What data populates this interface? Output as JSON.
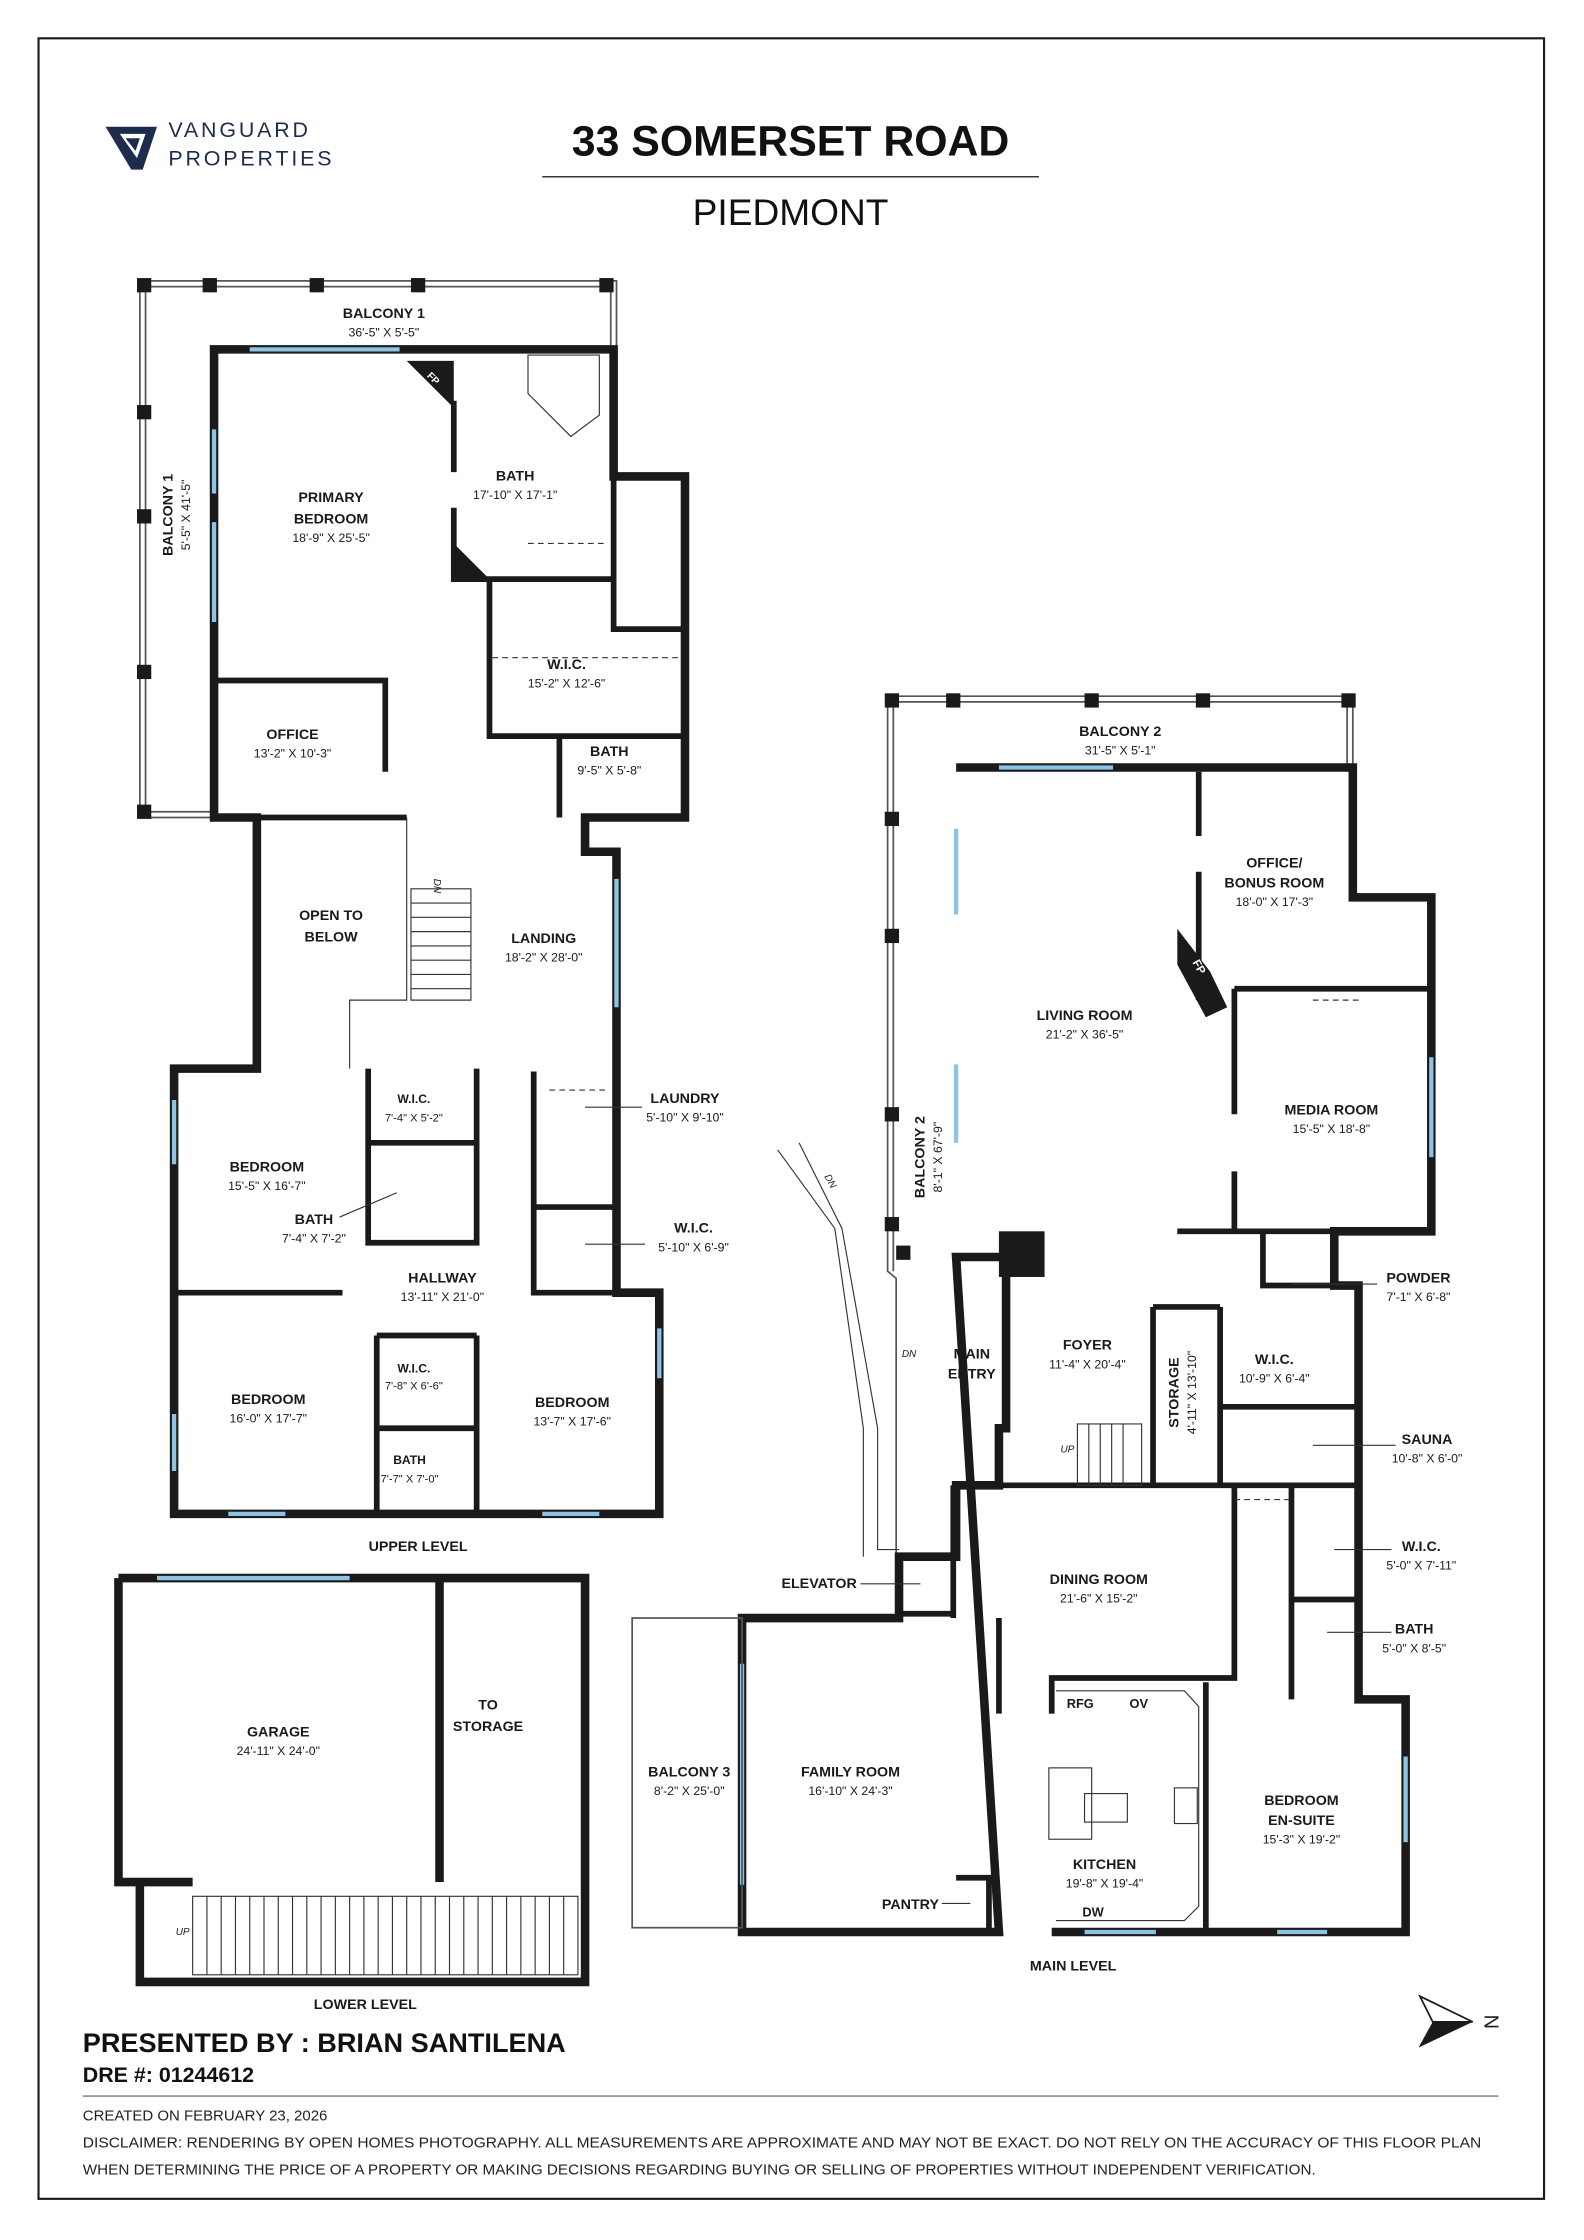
{
  "header": {
    "brand_line1": "VANGUARD",
    "brand_line2": "PROPERTIES",
    "brand_color": "#1d2b4d",
    "title": "33 SOMERSET ROAD",
    "subtitle": "PIEDMONT"
  },
  "upper_level": {
    "label": "UPPER LEVEL",
    "rooms": [
      {
        "name": [
          "BALCONY 1"
        ],
        "dims": "36'-5\" X 5'-5\""
      },
      {
        "name": [
          "BALCONY 1"
        ],
        "dims": "5'-5\" X 41'-5\""
      },
      {
        "name": [
          "PRIMARY",
          "BEDROOM"
        ],
        "dims": "18'-9\" X 25'-5\""
      },
      {
        "name": [
          "BATH"
        ],
        "dims": "17'-10\" X 17'-1\""
      },
      {
        "name": [
          "W.I.C."
        ],
        "dims": "15'-2\" X 12'-6\""
      },
      {
        "name": [
          "OFFICE"
        ],
        "dims": "13'-2\" X 10'-3\""
      },
      {
        "name": [
          "BATH"
        ],
        "dims": "9'-5\" X 5'-8\""
      },
      {
        "name": [
          "OPEN TO",
          "BELOW"
        ]
      },
      {
        "name": [
          "LANDING"
        ],
        "dims": "18'-2\" X 28'-0\""
      },
      {
        "name": [
          "W.I.C."
        ],
        "dims": "7'-4\" X 5'-2\""
      },
      {
        "name": [
          "LAUNDRY"
        ],
        "dims": "5'-10\" X 9'-10\""
      },
      {
        "name": [
          "BEDROOM"
        ],
        "dims": "15'-5\" X 16'-7\""
      },
      {
        "name": [
          "BATH"
        ],
        "dims": "7'-4\" X 7'-2\""
      },
      {
        "name": [
          "W.I.C."
        ],
        "dims": "5'-10\" X 6'-9\""
      },
      {
        "name": [
          "HALLWAY"
        ],
        "dims": "13'-11\" X 21'-0\""
      },
      {
        "name": [
          "W.I.C."
        ],
        "dims": "7'-8\" X 6'-6\""
      },
      {
        "name": [
          "BEDROOM"
        ],
        "dims": "16'-0\" X 17'-7\""
      },
      {
        "name": [
          "BEDROOM"
        ],
        "dims": "13'-7\" X 17'-6\""
      },
      {
        "name": [
          "BATH"
        ],
        "dims": "7'-7\" X 7'-0\""
      }
    ],
    "fireplace": "FP",
    "stair_dn": "DN"
  },
  "lower_level": {
    "label": "LOWER LEVEL",
    "rooms": [
      {
        "name": [
          "GARAGE"
        ],
        "dims": "24'-11\" X 24'-0\""
      },
      {
        "name": [
          "TO",
          "STORAGE"
        ]
      }
    ],
    "stair_up": "UP"
  },
  "main_level": {
    "label": "MAIN LEVEL",
    "rooms": [
      {
        "name": [
          "BALCONY 2"
        ],
        "dims": "31'-5\" X 5'-1\""
      },
      {
        "name": [
          "OFFICE/",
          "BONUS ROOM"
        ],
        "dims": "18'-0\" X 17'-3\""
      },
      {
        "name": [
          "LIVING ROOM"
        ],
        "dims": "21'-2\" X 36'-5\""
      },
      {
        "name": [
          "MEDIA ROOM"
        ],
        "dims": "15'-5\" X 18'-8\""
      },
      {
        "name": [
          "BALCONY 2"
        ],
        "dims": "8'-1\" X 67'-9\""
      },
      {
        "name": [
          "POWDER"
        ],
        "dims": "7'-1\" X 6'-8\""
      },
      {
        "name": [
          "MAIN",
          "ENTRY"
        ]
      },
      {
        "name": [
          "FOYER"
        ],
        "dims": "11'-4\" X 20'-4\""
      },
      {
        "name": [
          "STORAGE"
        ],
        "dims": "4'-11\" X 13'-10\""
      },
      {
        "name": [
          "W.I.C."
        ],
        "dims": "10'-9\" X 6'-4\""
      },
      {
        "name": [
          "SAUNA"
        ],
        "dims": "10'-8\" X 6'-0\""
      },
      {
        "name": [
          "ELEVATOR"
        ]
      },
      {
        "name": [
          "DINING ROOM"
        ],
        "dims": "21'-6\" X 15'-2\""
      },
      {
        "name": [
          "W.I.C."
        ],
        "dims": "5'-0\" X 7'-11\""
      },
      {
        "name": [
          "BATH"
        ],
        "dims": "5'-0\" X 8'-5\""
      },
      {
        "name": [
          "BALCONY 3"
        ],
        "dims": "8'-2\" X 25'-0\""
      },
      {
        "name": [
          "FAMILY ROOM"
        ],
        "dims": "16'-10\" X 24'-3\""
      },
      {
        "name": [
          "BEDROOM",
          "EN-SUITE"
        ],
        "dims": "15'-3\" X 19'-2\""
      },
      {
        "name": [
          "KITCHEN"
        ],
        "dims": "19'-8\" X 19'-4\""
      },
      {
        "name": [
          "PANTRY"
        ]
      }
    ],
    "appliances": {
      "refrigerator": "RFG",
      "oven": "OV",
      "dishwasher": "DW"
    },
    "fireplace": "FP",
    "stair_dn": "DN",
    "entry_dn": "DN",
    "stair_up": "UP"
  },
  "compass": {
    "icon": "north-arrow-icon",
    "label": "N"
  },
  "footer": {
    "presented_by": "PRESENTED BY : BRIAN SANTILENA",
    "dre": "DRE #: 01244612",
    "created": "CREATED ON FEBRUARY 23, 2026",
    "disclaimer_line1": "DISCLAIMER: RENDERING BY OPEN HOMES PHOTOGRAPHY. ALL MEASUREMENTS ARE APPROXIMATE AND MAY NOT BE EXACT. DO NOT RELY ON THE ACCURACY OF THIS FLOOR PLAN",
    "disclaimer_line2": "WHEN DETERMINING THE PRICE OF A PROPERTY OR MAKING DECISIONS REGARDING BUYING OR SELLING OF PROPERTIES WITHOUT INDEPENDENT VERIFICATION."
  }
}
